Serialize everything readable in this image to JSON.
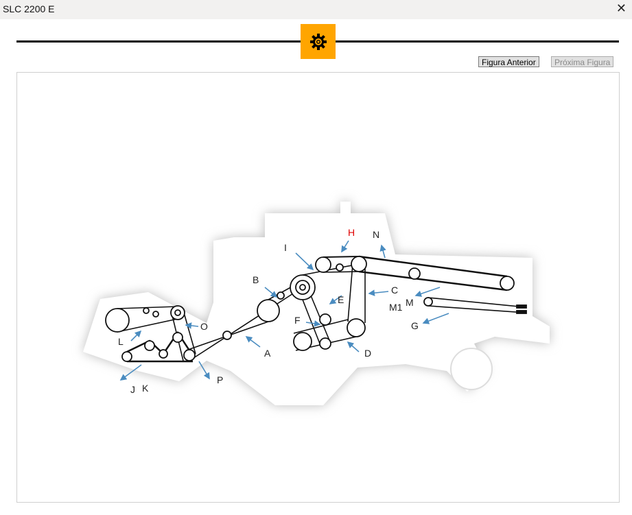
{
  "window": {
    "title": "SLC 2200 E",
    "close_icon": "close-icon"
  },
  "header": {
    "icon": "gear-icon",
    "accent_color": "#ffa500"
  },
  "nav": {
    "prev_label": "Figura Anterior",
    "next_label": "Próxima Figura",
    "next_disabled": true
  },
  "figure": {
    "highlight_color": "#e00000",
    "labels": [
      {
        "id": "H",
        "text": "H",
        "highlighted": true
      },
      {
        "id": "N",
        "text": "N"
      },
      {
        "id": "I",
        "text": "I"
      },
      {
        "id": "B",
        "text": "B"
      },
      {
        "id": "C",
        "text": "C"
      },
      {
        "id": "E",
        "text": "E"
      },
      {
        "id": "M",
        "text": "M"
      },
      {
        "id": "M1",
        "text": "M1"
      },
      {
        "id": "F",
        "text": "F"
      },
      {
        "id": "O",
        "text": "O"
      },
      {
        "id": "G",
        "text": "G"
      },
      {
        "id": "L",
        "text": "L"
      },
      {
        "id": "A",
        "text": "A"
      },
      {
        "id": "D",
        "text": "D"
      },
      {
        "id": "P",
        "text": "P"
      },
      {
        "id": "J",
        "text": "J"
      },
      {
        "id": "K",
        "text": "K"
      }
    ]
  }
}
